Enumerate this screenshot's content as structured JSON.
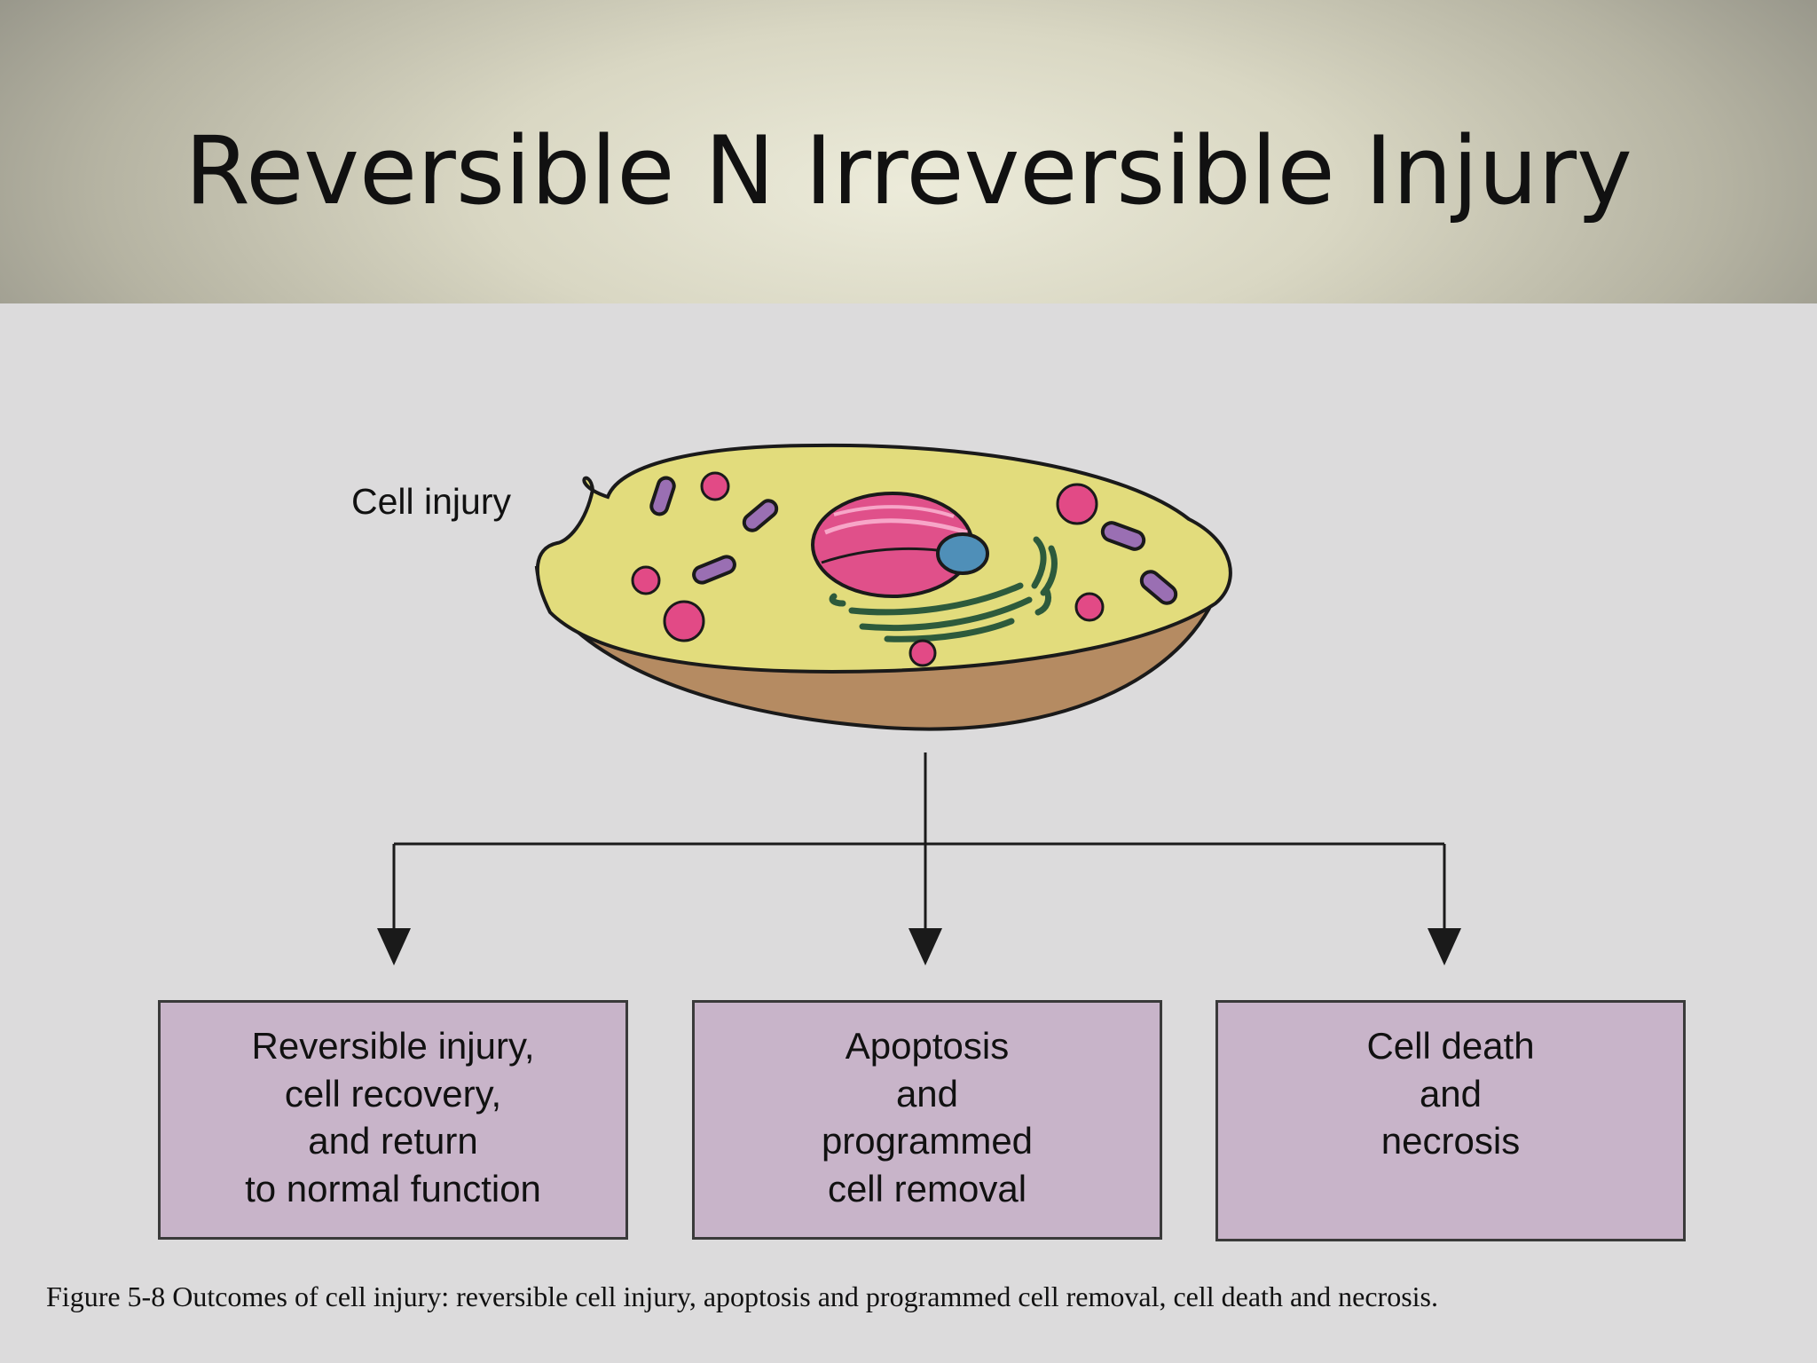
{
  "slide": {
    "title": "Reversible N Irreversible Injury"
  },
  "diagram": {
    "cell_label": "Cell injury",
    "outcomes": [
      {
        "lines": [
          "Reversible injury,",
          "cell recovery,",
          "and return",
          "to normal function"
        ]
      },
      {
        "lines": [
          "Apoptosis",
          "and",
          "programmed",
          "cell removal"
        ]
      },
      {
        "lines": [
          "Cell death",
          "and",
          "necrosis"
        ]
      }
    ],
    "caption": "Figure 5-8 Outcomes of cell injury: reversible cell injury, apoptosis and programmed cell removal, cell death and necrosis."
  },
  "colors": {
    "box_fill": "#c8b4c9",
    "cell_body": "#e2dc7c",
    "cell_underside": "#b58b62",
    "nucleus": "#e0508a",
    "nucleolus": "#4f8fb8",
    "granule": "#e24a86",
    "mitochondria": "#9a6fb3",
    "er": "#2d5a3c"
  }
}
